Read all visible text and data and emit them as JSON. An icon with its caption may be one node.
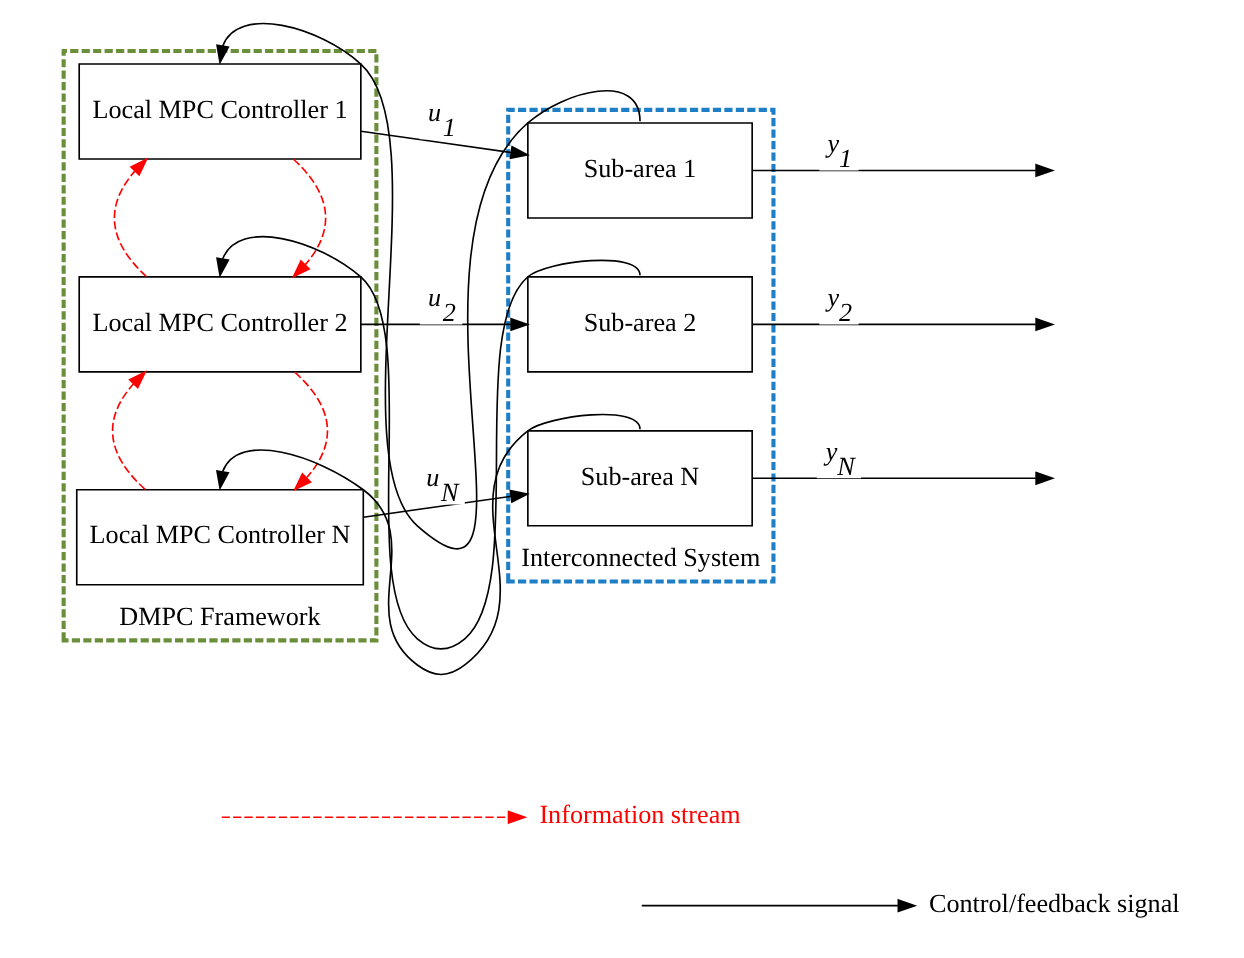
{
  "diagram": {
    "nodes": [
      {
        "text": [
          "DMPC Framework"
        ]
      },
      {
        "text": [
          "Local MPC Controller 1"
        ],
        "in": 0
      },
      {
        "text": [
          "Local MPC Controller 2"
        ],
        "in": 0
      },
      {
        "text": [
          "Local MPC Controller N"
        ],
        "in": 0
      },
      {
        "text": [
          "Interconnected System"
        ]
      },
      {
        "text": [
          "Sub-area 1"
        ],
        "in": 4
      },
      {
        "text": [
          "Sub-area 2"
        ],
        "in": 4
      },
      {
        "text": [
          "Sub-area N"
        ],
        "in": 4
      }
    ],
    "edges": [
      {
        "from": 1,
        "to": 5,
        "arrow": "to",
        "label": "u$_{1}$"
      },
      {
        "from": 2,
        "to": 6,
        "arrow": "to",
        "label": "u$_{2}$"
      },
      {
        "from": 3,
        "to": 7,
        "arrow": "to",
        "label": "u$_{N}$"
      },
      {
        "from": 5,
        "to": null,
        "arrow": "to",
        "label": "y$_{1}$"
      },
      {
        "from": 6,
        "to": null,
        "arrow": "to",
        "label": "y$_{2}$"
      },
      {
        "from": 7,
        "to": null,
        "arrow": "to",
        "label": "y$_{N}$"
      },
      {
        "from": 5,
        "to": 1,
        "arrow": "to"
      },
      {
        "from": 6,
        "to": 2,
        "arrow": "to"
      },
      {
        "from": 7,
        "to": 3,
        "arrow": "to"
      },
      {
        "from": 1,
        "to": 2,
        "arrow": "to",
        "style": "dashed",
        "color": "#ff0000"
      },
      {
        "from": 2,
        "to": 1,
        "arrow": "to",
        "style": "dashed",
        "color": "#ff0000"
      },
      {
        "from": 2,
        "to": 3,
        "arrow": "to",
        "style": "dashed",
        "color": "#ff0000"
      },
      {
        "from": 3,
        "to": 2,
        "arrow": "to",
        "style": "dashed",
        "color": "#ff0000"
      }
    ],
    "legend": [
      {
        "text": "Information stream"
      },
      {
        "text": "Control/feedback signal"
      }
    ]
  }
}
